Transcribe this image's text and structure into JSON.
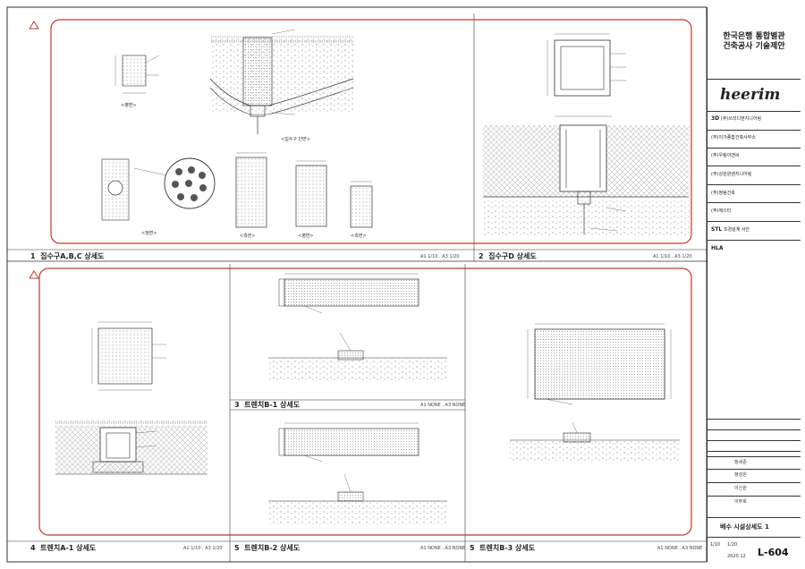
{
  "title_block": {
    "project_title": [
      "한국은행 통합별관",
      "건축공사 기술제안"
    ],
    "architect_logo": "heerim",
    "firms": [
      {
        "mark": "3D",
        "name": "(주)쓰리디엔지니어링"
      },
      {
        "mark": "",
        "name": "(주)이가종합건축사무소"
      },
      {
        "mark": "",
        "name": "(주)우림이앤씨"
      },
      {
        "mark": "",
        "name": "(주)성원원엔지니어링"
      },
      {
        "mark": "",
        "name": "(주)정림건축"
      },
      {
        "mark": "",
        "name": "(주)에스티"
      },
      {
        "mark": "STL",
        "name": "조경설계 서안"
      },
      {
        "mark": "HLA",
        "name": ""
      }
    ],
    "names": [
      "정세준",
      "정성원",
      "이신원",
      "이주호"
    ],
    "drawing_title": "배수 시설상세도 1",
    "sheet_number": "L-604",
    "date": "2020.12",
    "scale_row": [
      "1/10",
      "1/20"
    ]
  },
  "panels": [
    {
      "number": "1",
      "title": "집수구A,B,C 상세도",
      "scale": "A1 1/10 , A3 1/20"
    },
    {
      "number": "2",
      "title": "집수구D 상세도",
      "scale": "A1 1/10 , A3 1/20"
    },
    {
      "number": "3",
      "title": "트렌치B-1 상세도",
      "scale": "A1 NONE , A3 NONE"
    },
    {
      "number": "4",
      "title": "트렌치A-1 상세도",
      "scale": "A1 1/10 , A3 1/20"
    },
    {
      "number": "5",
      "title": "트렌치B-2 상세도",
      "scale": "A1 NONE , A3 NONE"
    },
    {
      "number": "5",
      "title": "트렌치B-3 상세도",
      "scale": "A1 NONE , A3 NONE"
    }
  ],
  "captions": {
    "detail_1a": "<평면>",
    "detail_1b": "<집수구 단면>",
    "detail_1c": "<정면>",
    "detail_1d": "<측면>",
    "detail_1e": "<평면>",
    "detail_1f": "<측면>",
    "detail_1g": "<평면>"
  },
  "colors": {
    "red_frame": "#c0392b",
    "line": "#333333",
    "hatch": "#888888"
  }
}
